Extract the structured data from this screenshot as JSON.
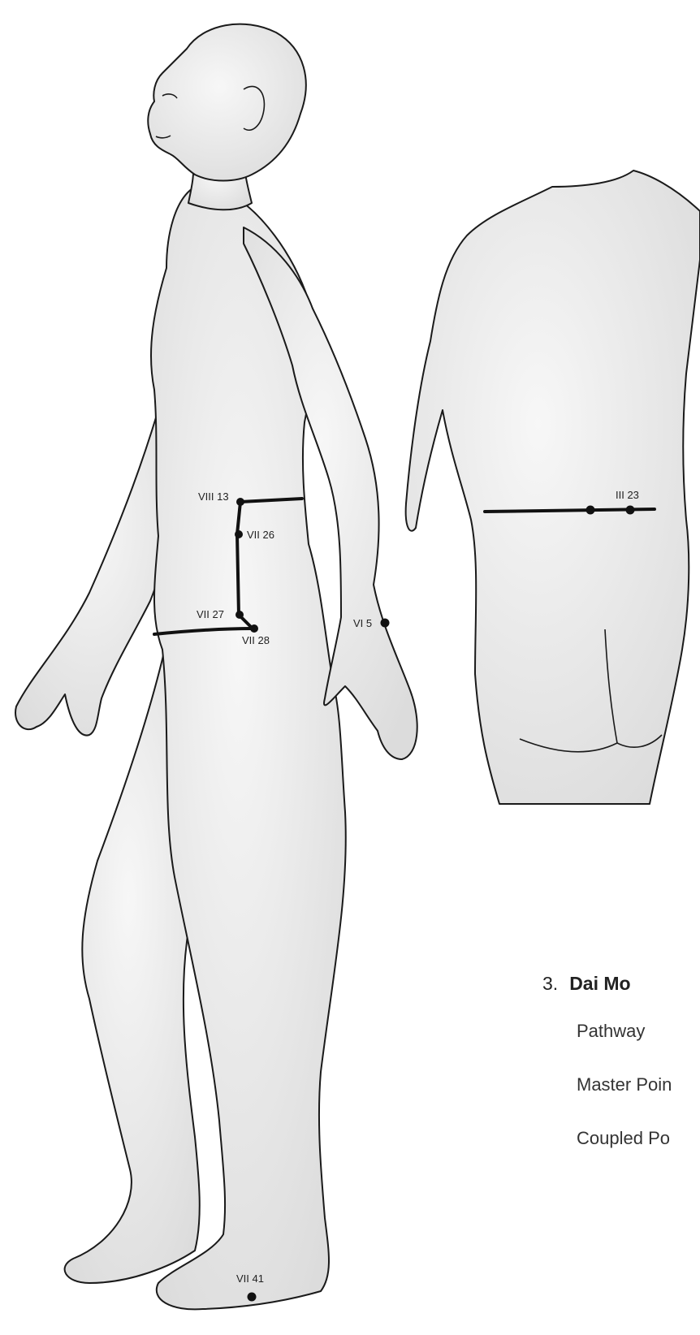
{
  "colors": {
    "outline": "#1a1a1a",
    "skin": "#ececec",
    "shade": "#d6d6d6",
    "channel": "#111111"
  },
  "figure": {
    "points": {
      "viii13": "VIII 13",
      "vii26": "VII 26",
      "vii27": "VII 27",
      "vii28": "VII 28",
      "vi5": "VI 5",
      "iii23": "III 23",
      "vii41": "VII 41"
    }
  },
  "legend": {
    "number": "3.",
    "title": "Dai Mo",
    "rows": [
      "Pathway",
      "Master Poin",
      "Coupled Po"
    ]
  }
}
